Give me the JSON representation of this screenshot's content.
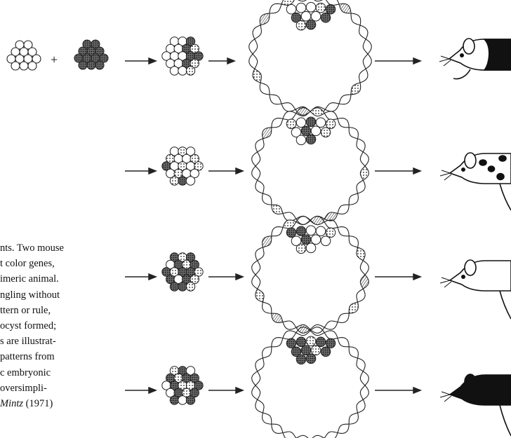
{
  "figure": {
    "caption_lines": [
      "nts. Two mouse",
      "t color genes,",
      "imeric animal.",
      "ngling without",
      "ttern or rule,",
      "ocyst formed;",
      "s are illustrat-",
      "patterns from",
      "c embryonic",
      "oversimpli-"
    ],
    "caption_last_italic": "Mintz",
    "caption_last_plain": " (1971)",
    "plus_sign": "+"
  }
}
